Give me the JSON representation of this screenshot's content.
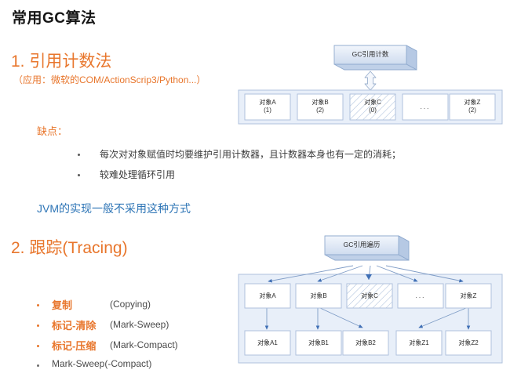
{
  "page": {
    "title": "常用GC算法",
    "background": "#ffffff"
  },
  "colors": {
    "accent_orange": "#E8762C",
    "accent_blue": "#2E75B6",
    "diagram_fill": "#EDF2FA",
    "diagram_stroke": "#9DB5D6",
    "box_fill": "#FFFFFF",
    "prism_fill": "#DCE6F2",
    "arrow_blue": "#3F6FB5",
    "title_black": "#151515",
    "body_gray": "#3D3D3D"
  },
  "sections": [
    {
      "id": "reference-counting",
      "heading": "1. 引用计数法",
      "subheading": "（应用：微软的COM/ActionScrip3/Python...）",
      "disadvantage_label": "缺点：",
      "disadvantages": [
        "每次对对象赋值时均要维护引用计数器，且计数器本身也有一定的消耗；",
        "较难处理循环引用"
      ],
      "note": "JVM的实现一般不采用这种方式"
    },
    {
      "id": "tracing",
      "heading": "2. 跟踪(Tracing)",
      "items": [
        {
          "cn": "复制",
          "en": "(Copying)",
          "highlight": true
        },
        {
          "cn": "标记-清除",
          "en": "(Mark-Sweep)",
          "highlight": true
        },
        {
          "cn": "标记-压缩",
          "en": "(Mark-Compact)",
          "highlight": true
        },
        {
          "cn": "",
          "en": "Mark-Sweep(-Compact)",
          "highlight": false
        }
      ]
    }
  ],
  "diagrams": {
    "refcount": {
      "prism_label": "GC引用计数",
      "arrow": "double-headed-vertical-arrow",
      "objects": [
        {
          "name": "对象A",
          "count": "(1)",
          "hatched": false
        },
        {
          "name": "对象B",
          "count": "(2)",
          "hatched": false
        },
        {
          "name": "对象C",
          "count": "(0)",
          "hatched": true
        },
        {
          "name": "...",
          "count": "",
          "hatched": false
        },
        {
          "name": "对象Z",
          "count": "(2)",
          "hatched": false
        }
      ]
    },
    "tracing": {
      "prism_label": "GC引用遍历",
      "row1": [
        {
          "name": "对象A",
          "hatched": false
        },
        {
          "name": "对象B",
          "hatched": false
        },
        {
          "name": "对象C",
          "hatched": true
        },
        {
          "name": "...",
          "hatched": false
        },
        {
          "name": "对象Z",
          "hatched": false
        }
      ],
      "row2": [
        {
          "name": "对象A1",
          "hatched": false
        },
        {
          "name": "对象B1",
          "hatched": false
        },
        {
          "name": "对象B2",
          "hatched": false
        },
        {
          "name": "对象Z1",
          "hatched": false
        },
        {
          "name": "对象Z2",
          "hatched": false
        }
      ]
    }
  }
}
